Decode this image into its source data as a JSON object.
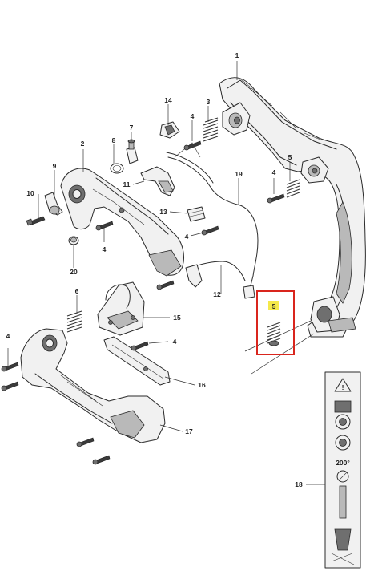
{
  "callouts": [
    {
      "id": "1",
      "label": "1"
    },
    {
      "id": "2",
      "label": "2"
    },
    {
      "id": "3",
      "label": "3"
    },
    {
      "id": "4",
      "label": "4"
    },
    {
      "id": "5",
      "label": "5"
    },
    {
      "id": "6",
      "label": "6"
    },
    {
      "id": "7",
      "label": "7"
    },
    {
      "id": "8",
      "label": "8"
    },
    {
      "id": "9",
      "label": "9"
    },
    {
      "id": "10",
      "label": "10"
    },
    {
      "id": "11",
      "label": "11"
    },
    {
      "id": "12",
      "label": "12"
    },
    {
      "id": "13",
      "label": "13"
    },
    {
      "id": "14",
      "label": "14"
    },
    {
      "id": "15",
      "label": "15"
    },
    {
      "id": "16",
      "label": "16"
    },
    {
      "id": "17",
      "label": "17"
    },
    {
      "id": "18",
      "label": "18"
    },
    {
      "id": "19",
      "label": "19"
    },
    {
      "id": "20",
      "label": "20"
    }
  ],
  "highlight": {
    "part": "5",
    "label": "5",
    "badge_color": "#f5e94a",
    "frame_color": "#d9251d"
  },
  "decal": {
    "temp_label": "200°"
  }
}
